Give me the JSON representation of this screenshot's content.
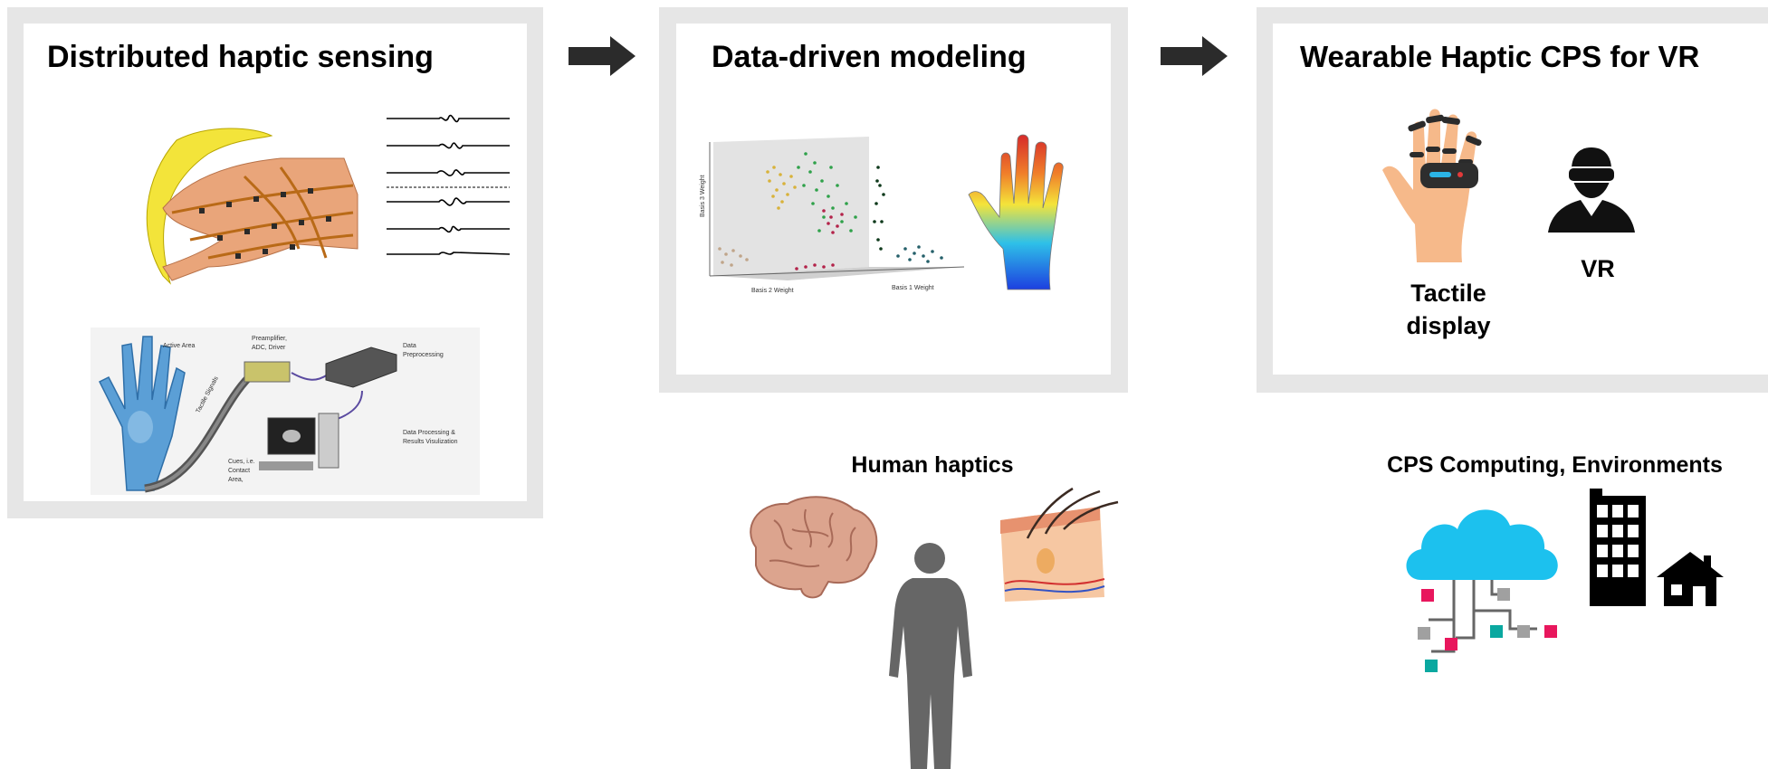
{
  "panels": {
    "sensing": {
      "title": "Distributed haptic sensing",
      "gloveLabels": {
        "active_area": "Active Area",
        "tactile_signals": "Tactile Signals",
        "preamp": "Preamplifier,",
        "adc": "ADC, Driver",
        "data": "Data",
        "preprocessing": "Preprocessing",
        "processing": "Data Processing &",
        "visualization": "Results Visulization",
        "cues1": "Cues, i.e.",
        "cues2": "Contact",
        "cues3": "Area,"
      }
    },
    "modeling": {
      "title": "Data-driven modeling",
      "plotLabels": {
        "x1": "Basis 2 Weight",
        "x2": "Basis 1 Weight",
        "y": "Basis 3 Weight"
      }
    },
    "wearable": {
      "title": "Wearable Haptic CPS for VR",
      "tactile_line1": "Tactile",
      "tactile_line2": "display",
      "vr": "VR"
    }
  },
  "captions": {
    "human": "Human haptics",
    "cps": "CPS Computing, Environments"
  },
  "colors": {
    "panel_border": "#e6e6e6",
    "arrow": "#2b2b2b",
    "cloud": "#1cc1ee",
    "node_pink": "#e8175d",
    "node_teal": "#0aa8a0",
    "node_gray": "#a0a0a0"
  }
}
